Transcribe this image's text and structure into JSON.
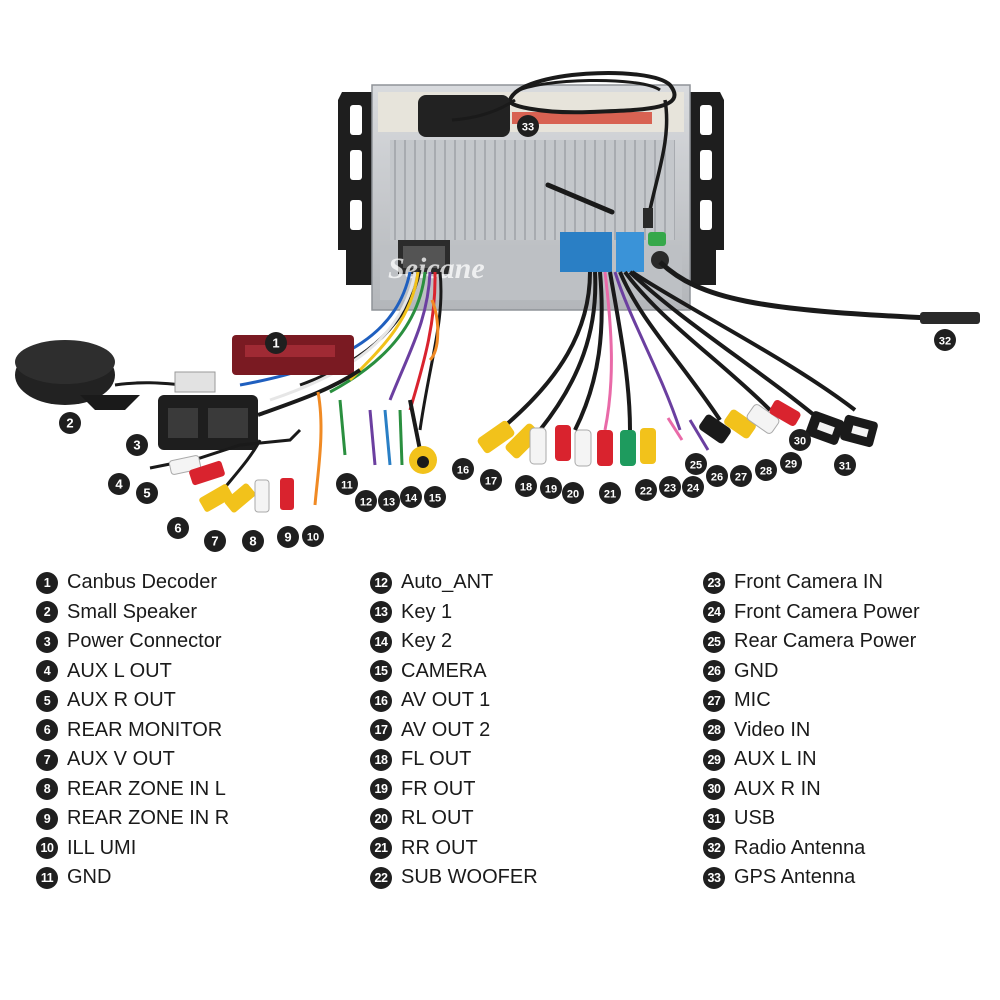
{
  "watermark": "Seicane",
  "legend": [
    [
      {
        "num": "1",
        "label": "Canbus Decoder"
      },
      {
        "num": "2",
        "label": "Small Speaker"
      },
      {
        "num": "3",
        "label": "Power Connector"
      },
      {
        "num": "4",
        "label": "AUX L OUT"
      },
      {
        "num": "5",
        "label": "AUX R OUT"
      },
      {
        "num": "6",
        "label": "REAR MONITOR"
      },
      {
        "num": "7",
        "label": "AUX V OUT"
      },
      {
        "num": "8",
        "label": "REAR ZONE IN L"
      },
      {
        "num": "9",
        "label": "REAR ZONE IN R"
      },
      {
        "num": "10",
        "label": "ILL UMI"
      },
      {
        "num": "11",
        "label": "GND"
      }
    ],
    [
      {
        "num": "12",
        "label": "Auto_ANT"
      },
      {
        "num": "13",
        "label": "Key  1"
      },
      {
        "num": "14",
        "label": "Key  2"
      },
      {
        "num": "15",
        "label": "CAMERA"
      },
      {
        "num": "16",
        "label": "AV OUT 1"
      },
      {
        "num": "17",
        "label": "AV OUT 2"
      },
      {
        "num": "18",
        "label": "FL OUT"
      },
      {
        "num": "19",
        "label": "FR OUT"
      },
      {
        "num": "20",
        "label": "RL OUT"
      },
      {
        "num": "21",
        "label": "RR OUT"
      },
      {
        "num": "22",
        "label": "SUB WOOFER"
      }
    ],
    [
      {
        "num": "23",
        "label": "Front Camera IN"
      },
      {
        "num": "24",
        "label": "Front Camera Power"
      },
      {
        "num": "25",
        "label": "Rear Camera Power"
      },
      {
        "num": "26",
        "label": "GND"
      },
      {
        "num": "27",
        "label": "MIC"
      },
      {
        "num": "28",
        "label": "Video IN"
      },
      {
        "num": "29",
        "label": "AUX  L IN"
      },
      {
        "num": "30",
        "label": "AUX  R IN"
      },
      {
        "num": "31",
        "label": "USB"
      },
      {
        "num": "32",
        "label": "Radio Antenna"
      },
      {
        "num": "33",
        "label": "GPS Antenna"
      }
    ]
  ],
  "callouts": [
    "1",
    "2",
    "3",
    "4",
    "5",
    "6",
    "7",
    "8",
    "9",
    "10",
    "11",
    "12",
    "13",
    "14",
    "15",
    "16",
    "17",
    "18",
    "19",
    "20",
    "21",
    "22",
    "23",
    "24",
    "25",
    "26",
    "27",
    "28",
    "29",
    "30",
    "31",
    "32",
    "33"
  ],
  "colors": {
    "badge": "#1f1f1f",
    "yellow_rca": "#f2c21b",
    "red_rca": "#d9232e",
    "white_rca": "#f4f4f4",
    "green_rca": "#1e9b5e",
    "housing": "#c9cbce",
    "bracket": "#1e1e1e"
  }
}
